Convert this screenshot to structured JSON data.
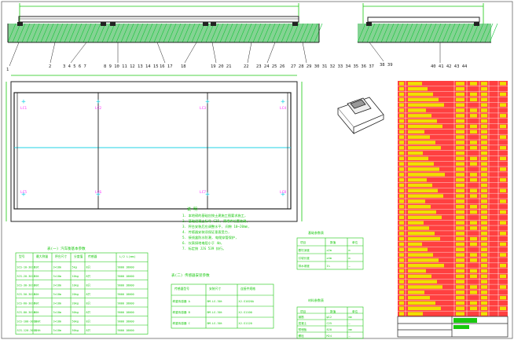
{
  "colors": {
    "line": "#ffffff",
    "green": "#19c80f",
    "cyan": "#22d3e6",
    "magenta": "#ff2fff",
    "red": "#ff1e1e",
    "yellow": "#f0e000"
  },
  "section": {
    "callouts_top": [
      "1",
      "2",
      "3 4 5 6 7",
      "8 9 10 11 12 13 14 15",
      "16 17",
      "18",
      "19 20 21",
      "22",
      "23 24 25 26",
      "27 28 29 30 31 32 33 34 35 36 37",
      "38 39",
      "40 41 42 43 44"
    ]
  },
  "plan": {
    "load_cells": [
      "LC1",
      "LC2",
      "LC3",
      "LC4",
      "LC5",
      "LC6",
      "LC7",
      "LC8"
    ]
  },
  "notes": {
    "title": "说 明",
    "lines": [
      "1. 本地磅的基础应按土建施工图要求施工,",
      "2. 基础混凝土标号 C25, 预埋件位置准确,",
      "3. 秤台安装后应调整水平, 间隙 10~20mm,",
      "4. 传感器安装须保证垂直受力,",
      "5. 接线盒防水防潮, 电缆穿管保护,",
      "6. 仪表接地电阻小于 4Ω,",
      "7. 标定按 JJG 539 执行。"
    ]
  },
  "table1": {
    "title": "表(一) 汽车衡基本参数",
    "headers": [
      "型号",
      "最大称量",
      "秤台尺寸",
      "分度值",
      "传感器",
      "L/2  L(mm)"
    ],
    "rows": [
      [
        "SCS-10-3018",
        "10t",
        "3×18m",
        "5kg",
        "8只",
        "9000 18000"
      ],
      [
        "SCS-20-3018",
        "20t",
        "3×18m",
        "10kg",
        "8只",
        "9000 18000"
      ],
      [
        "SCS-30-3018",
        "30t",
        "3×18m",
        "10kg",
        "8只",
        "9000 18000"
      ],
      [
        "SCS-50-3018",
        "50t",
        "3×18m",
        "20kg",
        "8只",
        "9000 18000"
      ],
      [
        "SCS-60-3018",
        "60t",
        "3×18m",
        "20kg",
        "8只",
        "9000 18000"
      ],
      [
        "SCS-80-3018",
        "80t",
        "3×18m",
        "50kg",
        "8只",
        "9000 18000"
      ],
      [
        "SCS-100-3018",
        "100t",
        "3×18m",
        "50kg",
        "8只",
        "9000 18000"
      ],
      [
        "SCS-120-3018",
        "120t",
        "3×18m",
        "50kg",
        "8只",
        "9000 18000"
      ]
    ]
  },
  "table2": {
    "title": "表(二) 传感器安装参数",
    "headers": [
      "传感器型号",
      "安装尺寸",
      "连接件规格"
    ],
    "rows": [
      [
        "称重传感器 A",
        "BM-LS-30t",
        "XJ-S1020A"
      ],
      [
        "称重传感器 B",
        "BM-LS-30t",
        "XJ-S1100"
      ],
      [
        "称重传感器 C",
        "BM-LS-30t",
        "XJ-S1120"
      ]
    ]
  },
  "table3": {
    "title": "基础参数表",
    "headers": [
      "项目",
      "数值",
      "单位"
    ],
    "rows": [
      [
        "基坑深度",
        "≥2m",
        "m"
      ],
      [
        "引坡长度",
        "≥4m",
        "m"
      ],
      [
        "排水坡度",
        "1%",
        "—"
      ]
    ]
  },
  "table4": {
    "title": "材料参数表",
    "headers": [
      "项目",
      "数值",
      "单位"
    ],
    "rows": [
      [
        "钢筋",
        "φ12",
        "mm"
      ],
      [
        "混凝土",
        "C25",
        "—"
      ],
      [
        "预埋板",
        "δ20",
        "mm"
      ],
      [
        "螺栓",
        "M24",
        "—"
      ]
    ]
  },
  "parts_list": {
    "row_count": 44
  }
}
